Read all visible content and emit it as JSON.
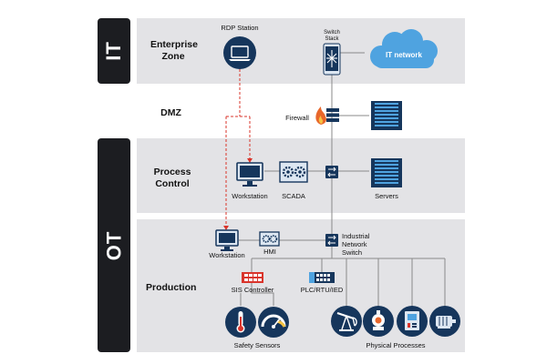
{
  "sidebar": {
    "it_label": "IT",
    "ot_label": "OT"
  },
  "zones": {
    "enterprise": "Enterprise Zone",
    "dmz": "DMZ",
    "process_control": "Process Control",
    "production": "Production"
  },
  "nodes": {
    "rdp_station": "RDP Station",
    "switch_stack": "Switch Stack",
    "it_network": "IT network",
    "firewall": "Firewall",
    "workstation_pc": "Workstation",
    "scada": "SCADA",
    "servers": "Servers",
    "workstation_prod": "Workstation",
    "hmi": "HMI",
    "industrial_switch": "Industrial Network Switch",
    "sis_controller": "SIS Controller",
    "plc": "PLC/RTU/IED",
    "safety_sensors": "Safety Sensors",
    "physical_processes": "Physical Processes"
  },
  "colors": {
    "navy": "#16365c",
    "band": "#e3e3e6",
    "sidebar": "#1c1d21",
    "link": "#8a8a8a",
    "remote_access": "#d9342b",
    "cloud": "#4fa3e0",
    "firewall_flame": "#e8672b",
    "sis": "#d9342b"
  }
}
